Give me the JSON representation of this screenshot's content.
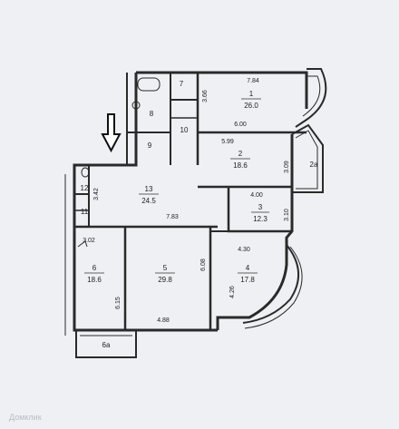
{
  "rooms": [
    {
      "id": "1",
      "area": "26.0"
    },
    {
      "id": "2",
      "area": "18.6"
    },
    {
      "id": "2a",
      "area": ""
    },
    {
      "id": "3",
      "area": "12.3"
    },
    {
      "id": "4",
      "area": "17.8"
    },
    {
      "id": "5",
      "area": "29.8"
    },
    {
      "id": "6",
      "area": "18.6"
    },
    {
      "id": "6a",
      "area": ""
    },
    {
      "id": "7",
      "area": ""
    },
    {
      "id": "8",
      "area": ""
    },
    {
      "id": "9",
      "area": ""
    },
    {
      "id": "10",
      "area": ""
    },
    {
      "id": "11",
      "area": ""
    },
    {
      "id": "12",
      "area": ""
    },
    {
      "id": "13",
      "area": "24.5"
    }
  ],
  "dimensions": {
    "d_7_84": "7.84",
    "d_3_66": "3.66",
    "d_6_00": "6.00",
    "d_5_99": "5.99",
    "d_3_09": "3.09",
    "d_4_00": "4.00",
    "d_3_10": "3.10",
    "d_3_42": "3.42",
    "d_7_83": "7.83",
    "d_3_02": "3.02",
    "d_6_08": "6.08",
    "d_4_30": "4.30",
    "d_4_26": "4.26",
    "d_6_15": "6.15",
    "d_4_88": "4.88"
  },
  "watermark": "Домклик"
}
